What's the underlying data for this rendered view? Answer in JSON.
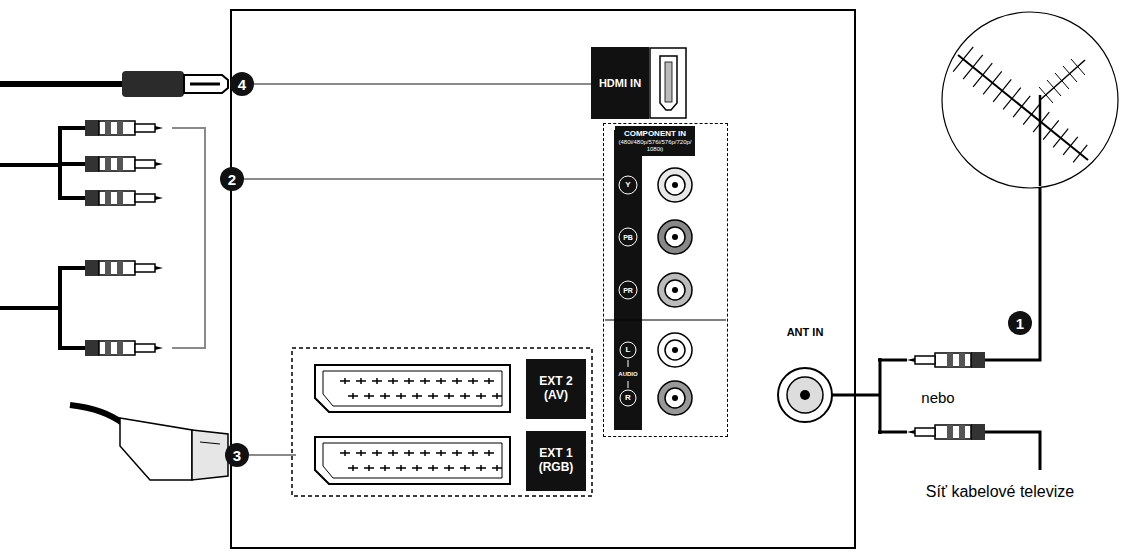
{
  "diagram": {
    "nodes": [
      {
        "text": [
          "4"
        ]
      },
      {
        "text": [
          "HDMI IN"
        ]
      },
      {
        "text": [
          "2"
        ]
      },
      {
        "text": [
          "COMPONENT IN",
          "(480i/480p/576i/576p/720p/1080i)"
        ]
      },
      {
        "text": [
          "EXT 2 (AV)"
        ]
      },
      {
        "text": [
          "EXT 1 (RGB)"
        ]
      },
      {
        "text": [
          "3"
        ]
      },
      {
        "text": [
          "1"
        ]
      }
    ],
    "edges": [
      {
        "from": 0,
        "to": 1,
        "arrow": "none"
      },
      {
        "from": 2,
        "to": 3,
        "arrow": "none"
      },
      {
        "from": 6,
        "to": 5,
        "arrow": "none"
      }
    ],
    "labels": [
      "Y",
      "PB",
      "PR",
      "L",
      "AUDIO",
      "R",
      "ANT IN",
      "nebo",
      "Síť kabelové televize"
    ]
  }
}
